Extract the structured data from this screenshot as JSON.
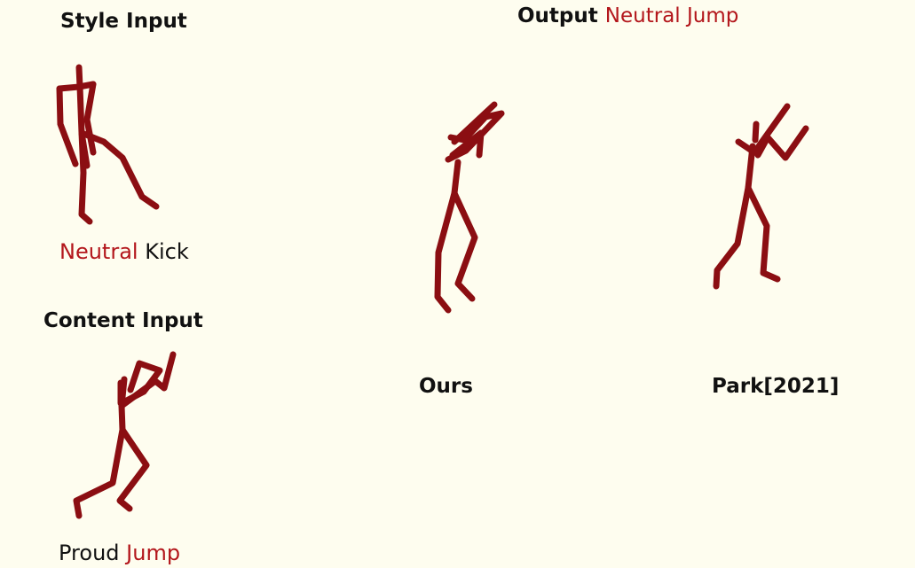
{
  "headings": {
    "style_input": "Style Input",
    "content_input": "Content Input",
    "output_prefix": "Output",
    "output_style": "Neutral Jump"
  },
  "captions": {
    "style_style": "Neutral",
    "style_motion": "Kick",
    "content_style": "Proud",
    "content_motion": "Jump",
    "ours": "Ours",
    "baseline": "Park[2021]"
  },
  "colors": {
    "skeleton": "#8b0e12",
    "accent_text": "#b3161b",
    "background": "#fefdef"
  }
}
